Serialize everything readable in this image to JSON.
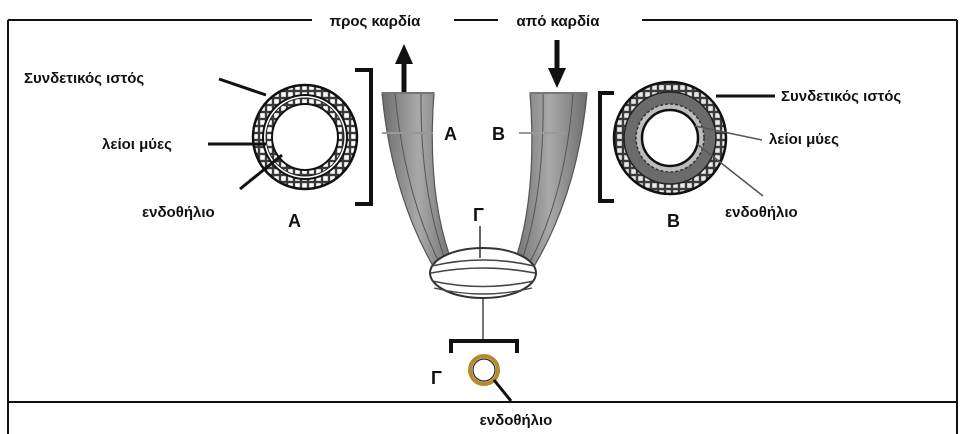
{
  "arrows": {
    "to_heart": "προς καρδία",
    "from_heart": "από καρδία"
  },
  "vessel_a": {
    "connective": "Συνδετικός ιστός",
    "muscle": "λείοι μύες",
    "endothelium": "ενδοθήλιο",
    "letter": "Α",
    "branch_letter": "Α"
  },
  "vessel_b": {
    "connective": "Συνδετικός ιστός",
    "muscle": "λείοι μύες",
    "endothelium": "ενδοθήλιο",
    "letter": "Β",
    "branch_letter": "Β"
  },
  "capillary": {
    "letter_top": "Γ",
    "letter_bottom": "Γ",
    "endothelium": "ενδοθήλιο"
  },
  "colors": {
    "ink": "#111111",
    "vessel_gray": "#8f8f8f",
    "dark_gray": "#666666",
    "tile_fill": "#ffffff",
    "capillary_ring": "#b8892e"
  }
}
